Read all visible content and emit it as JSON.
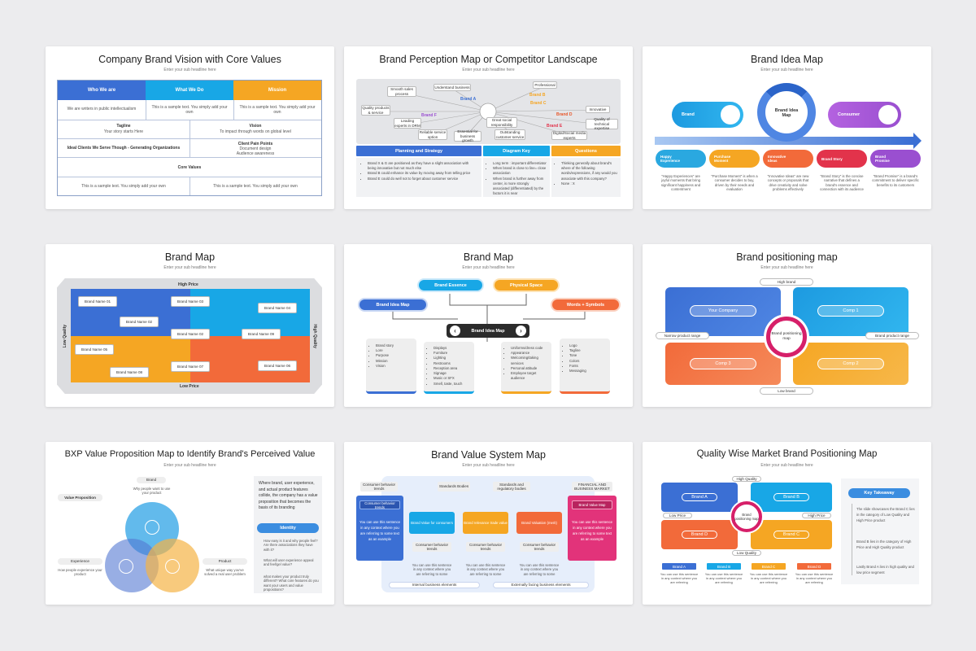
{
  "common": {
    "subtitle": "Enter your sub headline here",
    "sample": "This is a sample text. You simply add your own",
    "brand_name": "Brand Name"
  },
  "s1": {
    "title": "Company Brand Vision with Core Values",
    "headers": [
      "Who We are",
      "What We Do",
      "Mission"
    ],
    "row1": [
      "We are writers in public intellectualism",
      "This is a sample text. You simply add your own",
      "This is a sample text. You simply add your own"
    ],
    "tagline_h": "Tagline",
    "tagline_t": "Your story starts Here",
    "vision_h": "Vision",
    "vision_t": "To impact through words on global level",
    "ideal": "Ideal Clients We Serve Though - Generating Organizations",
    "pain_h": "Client Pain Points",
    "pain_1": "Document design",
    "pain_2": "Audience awareness",
    "core": "Core Values",
    "bottom": [
      "This is a sample text. You simply add your own",
      "This is a sample text. You simply add your own"
    ]
  },
  "s2": {
    "title": "Brand Perception Map or Competitor Landscape",
    "nodes": [
      "Smooth sales process",
      "Understand business",
      "Professional",
      "Quality products & service",
      "Leading experts in DRM",
      "Reliable service option",
      "Essential for business growth",
      "Great social responsibility",
      "Outstanding customer service",
      "Digital/Social media experts",
      "Innovative",
      "Quality of technical expertise"
    ],
    "brands": [
      "Brand A",
      "Brand B",
      "Brand C",
      "Brand D",
      "Brand E",
      "Brand F"
    ],
    "cols": [
      "Planning and Strategy",
      "Diagram Key",
      "Questions"
    ],
    "col1": [
      "Brand X & G are positioned as they have a slight association with being innovative but not much else",
      "Brand B could enhance its value by moving away from telling price",
      "Brand E could do well not to forget about customer service"
    ],
    "col2": [
      "Long term : important differentiator",
      "When brand is close to line= close association",
      "When brand is further away from center, is more strongly associated (differentiated) by the factors it is near"
    ],
    "col3": [
      "Thinking generally about brand's where of the following words/expressions, if any would you associate with this company?",
      "None : X"
    ]
  },
  "s3": {
    "title": "Brand Idea Map",
    "left": "Brand",
    "right": "Consumer",
    "center": "Brand Idea Map",
    "steps": [
      "Happy Experience",
      "Purchase Moment",
      "Innovative Ideas",
      "Brand Story",
      "Brand Promise"
    ],
    "texts": [
      "\"Happy Experiences\" are joyful moments that bring significant happiness and contentment",
      "\"Purchase Moment\" is when a consumer decides to buy, driven by their needs and evaluation",
      "\"Innovative Ideas\" are new concepts or proposals that drive creativity and solve problems effectively",
      "\"Brand Story\" is the concise narrative that defines a brand's essence and connection with its audience",
      "\"Brand Promise\" is a brand's commitment to deliver specific benefits to its customers"
    ]
  },
  "s4": {
    "title": "Brand Map",
    "high_price": "High Price",
    "low_price": "Low Price",
    "low_quality": "Low Quality",
    "high_quality": "High Quality",
    "names": [
      "Brand Name 01",
      "Brand Name 02",
      "Brand Name 03",
      "Brand Name 04",
      "Brand Name 05",
      "Brand Name 06",
      "Brand Name 07",
      "Brand Name 08",
      "Brand Name 09",
      "Brand Name 02"
    ]
  },
  "s5": {
    "title": "Brand Map",
    "top": [
      "Brand Essence",
      "Physical Space"
    ],
    "left": "Brand Idea Map",
    "right": "Words + Symbols",
    "center": "Brand Idea Map",
    "list1": [
      "Brand story",
      "Lore",
      "Purpose",
      "Mission",
      "Vision"
    ],
    "list2": [
      "Displays",
      "Furniture",
      "Lighting",
      "Restrooms",
      "Reception area",
      "Signage",
      "Music or SFX",
      "Smell, taste, touch"
    ],
    "list3": [
      "Uniforms/dress code",
      "Appearance",
      "Welcoming/taking services",
      "Personal attitude",
      "Employee target audience"
    ],
    "list4": [
      "Logo",
      "Tagline",
      "Tone",
      "Colors",
      "Fonts",
      "Messaging"
    ]
  },
  "s6": {
    "title": "Brand positioning map",
    "high": "High brand",
    "low": "Low brand",
    "narrow": "Narrow product range",
    "broad": "Brand product range",
    "q": [
      "Your Company",
      "Comp 1",
      "Comp 3",
      "Comp 2"
    ],
    "center": "Brand positioning map"
  },
  "s7": {
    "title": "BXP Value Proposition Map to Identify Brand's Perceived Value",
    "brand": "Brand",
    "brand_t": "Why people want to use your product",
    "vp": "Value Proposition",
    "exp": "Experience",
    "exp_t": "How people experience your product",
    "product": "Product",
    "product_t": "What unique way you've solved a real user problem",
    "side": "Where brand, user experience, and actual product features collide, the company has a value proposition that becomes the basis of its branding",
    "identity": "Identity",
    "qs": [
      "How easy is it and why people feel? Are there associations they have with it?",
      "What will user experience appeal and feel/gel value?",
      "what makes your product truly different? What core features do you want your users and value propositions?"
    ]
  },
  "s8": {
    "title": "Brand Value System Map",
    "top": [
      "Consumer behavior trends",
      "Standards Bodies",
      "Standards and regulatory bodies",
      "FINANCIAL AND BUSINESS MARKET"
    ],
    "left": "Consumer behavior trends",
    "right": "Brand Value Map",
    "boxes": [
      "Brand Value for consumers",
      "Brand relevance trade value",
      "Brand Valuation (merit)"
    ],
    "sample": "You can use this sentence in any context where you are referring to some text as an example",
    "bottom": [
      "Consumer behavior trends",
      "Consumer behavior trends",
      "Consumer behavior trends"
    ],
    "small": "You can use this sentence in any context where you are referring to some",
    "lbl1": "Internal business elements",
    "lbl2": "Externally facing business elements"
  },
  "s9": {
    "title": "Quality Wise Market Brand Positioning Map",
    "high": "High Quality",
    "low": "Low Quality",
    "lowp": "Low Price",
    "highp": "High Price",
    "q": [
      "Brand A",
      "Brand B",
      "Brand D",
      "Brand C"
    ],
    "center": "Brand positioning map",
    "key": "Key Takeaway",
    "key_t": [
      "The slide showcases the Brand C lies in the category of Low Quality and High Price product",
      "Brand B lies in the category of High Price and High Quality product",
      "Lastly Brand A lies in high quality and low price segment"
    ],
    "tags": [
      "Brand A",
      "Brand B",
      "Brand C",
      "Brand D"
    ],
    "tag_t": "You can use this sentence in any context where you are referring"
  }
}
